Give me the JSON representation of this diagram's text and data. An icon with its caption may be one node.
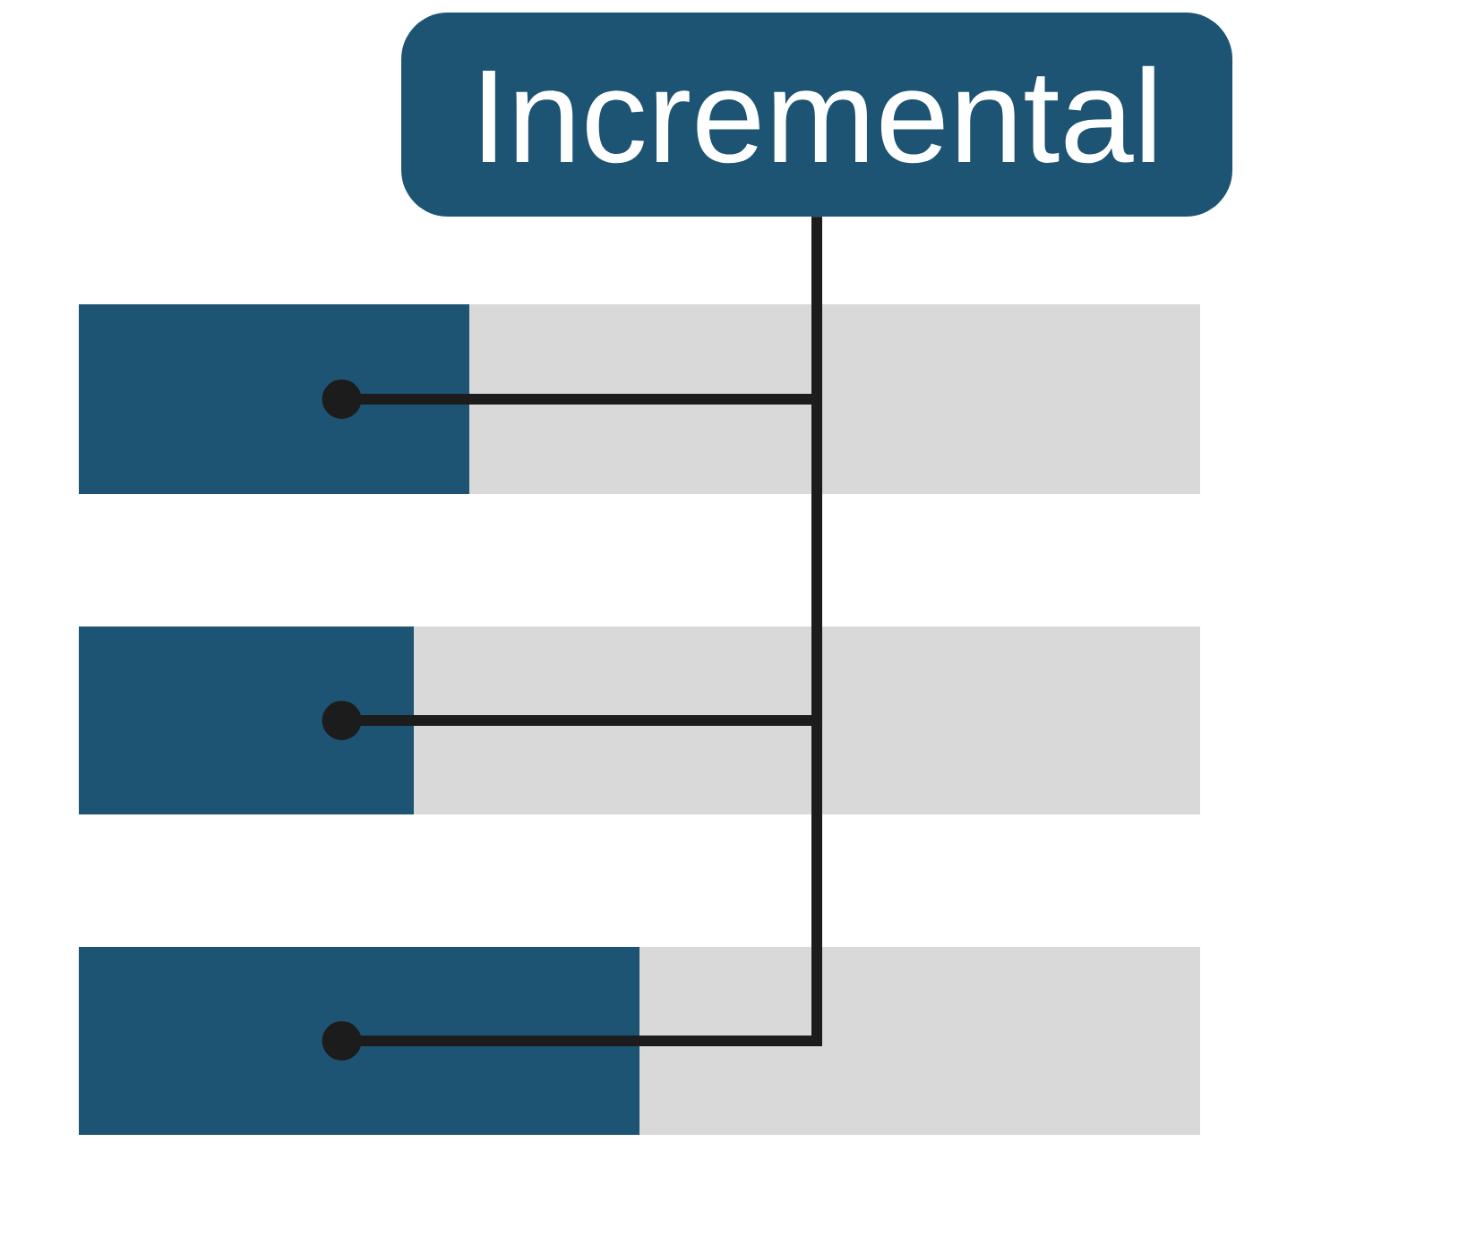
{
  "diagram": {
    "nodes": [
      {
        "text": [
          "Incremental"
        ]
      },
      {
        "text": [],
        "shape": "bar"
      },
      {
        "text": [],
        "shape": "bar"
      },
      {
        "text": [],
        "shape": "bar"
      }
    ],
    "edges": [
      {
        "from": 0,
        "to": 1,
        "arrow": "other"
      },
      {
        "from": 0,
        "to": 2,
        "arrow": "other"
      },
      {
        "from": 0,
        "to": 3,
        "arrow": "other"
      }
    ]
  }
}
